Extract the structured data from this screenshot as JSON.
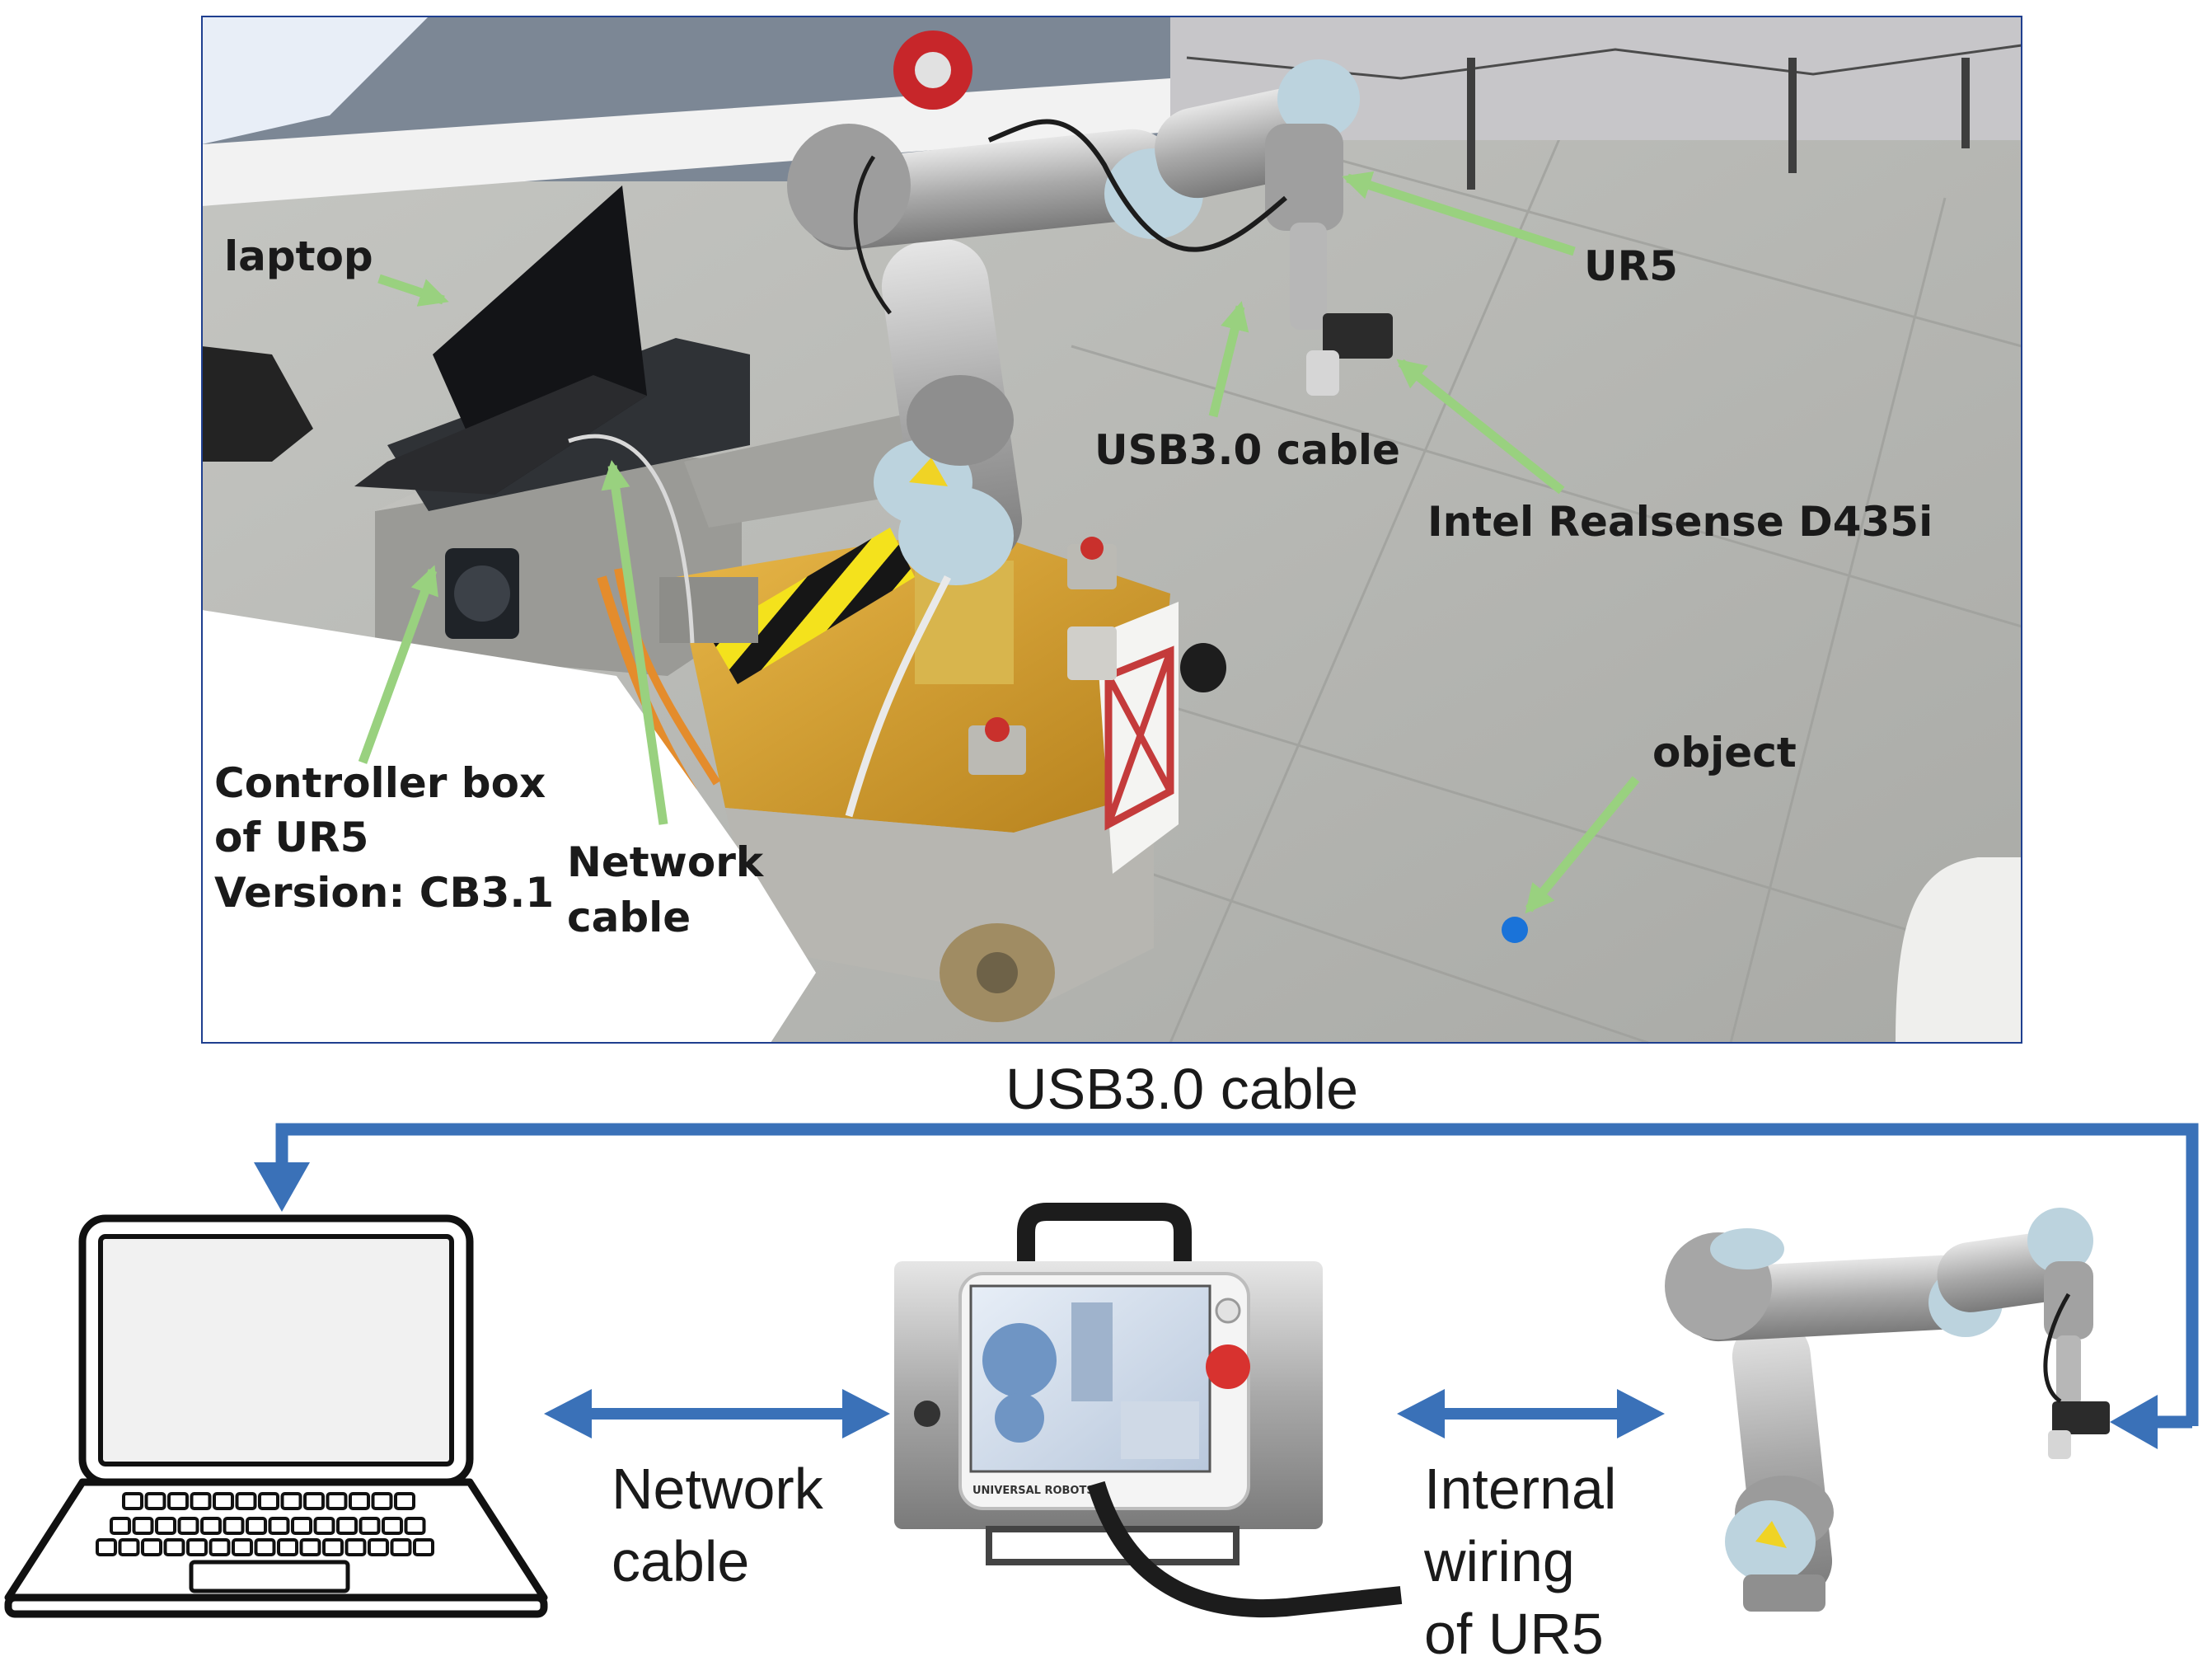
{
  "photo": {
    "labels": {
      "laptop": "laptop",
      "ur5": "UR5",
      "usb_cable": "USB3.0 cable",
      "camera": "Intel Realsense D435i",
      "object": "object",
      "controller_line1": "Controller box",
      "controller_line2": "of UR5",
      "controller_line3": "Version: CB3.1",
      "network_line1": "Network",
      "network_line2": "cable"
    },
    "colors": {
      "arrow": "#99d17f",
      "floor": "#b9bab6",
      "robot_base": "#d7a330",
      "object": "#1a73d9"
    }
  },
  "diagram": {
    "usb_label": "USB3.0 cable",
    "network_line1": "Network",
    "network_line2": "cable",
    "internal_line1": "Internal",
    "internal_line2": "wiring",
    "internal_line3": "of UR5",
    "controller_brand": "UNIVERSAL ROBOTS",
    "colors": {
      "connector": "#3a71b8"
    }
  }
}
